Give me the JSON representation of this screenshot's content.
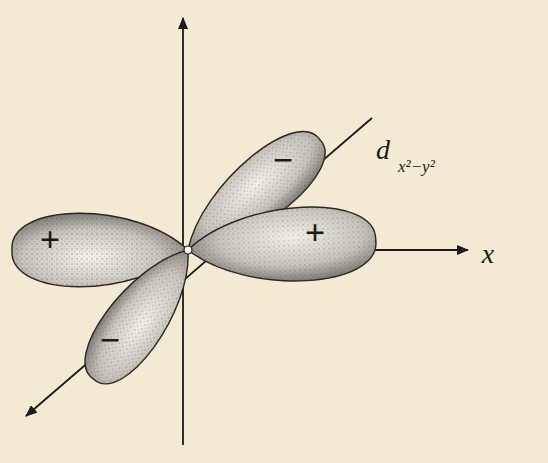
{
  "diagram": {
    "labels": [
      "d",
      "x²−y²",
      "+",
      "+",
      "−",
      "−",
      "x"
    ]
  }
}
